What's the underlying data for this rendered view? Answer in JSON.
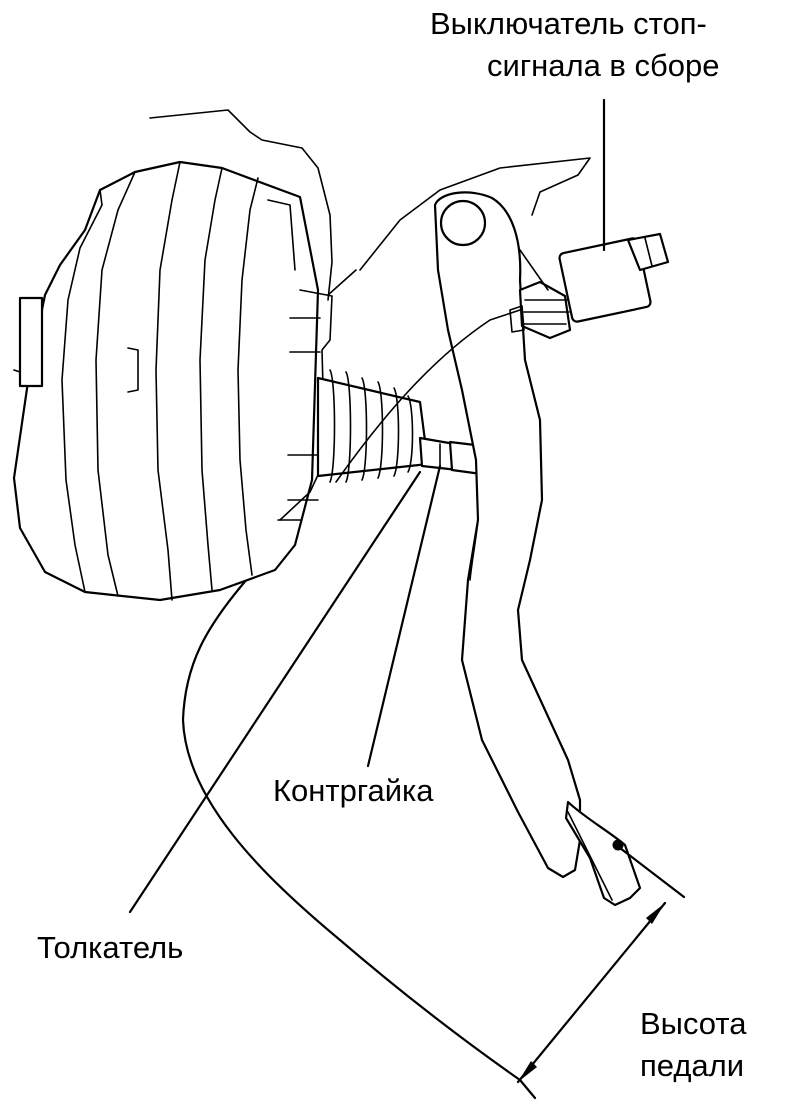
{
  "labels": {
    "switch_line1": "Выключатель стоп-",
    "switch_line2": "сигнала в сборе",
    "locknut": "Контргайка",
    "pushrod": "Толкатель",
    "height_line1": "Высота",
    "height_line2": "педали"
  },
  "colors": {
    "ink": "#000000",
    "background": "#ffffff"
  }
}
